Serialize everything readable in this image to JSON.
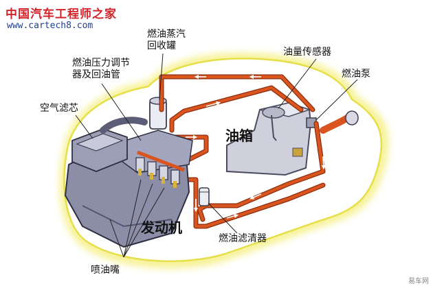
{
  "watermark": {
    "title": "中国汽车工程师之家",
    "url": "www.cartech8.com",
    "corner": "易车网"
  },
  "labels": {
    "vapor_canister": [
      "燃油蒸汽",
      "回收罐"
    ],
    "pressure_regulator": [
      "燃油压力调节",
      "器及回油管"
    ],
    "fuel_level_sensor": "油量传感器",
    "fuel_pump": "燃油泵",
    "air_filter": "空气滤芯",
    "fuel_tank": "油箱",
    "engine": "发动机",
    "fuel_filter": "燃油滤清器",
    "injectors": "喷油嘴"
  },
  "colors": {
    "fuel_line": "#d9541e",
    "fuel_line_dark": "#8a2e0e",
    "car_outline": "#f0ec7a",
    "engine_body": "#8c8ea8",
    "arrow": "#ffffff",
    "label_text": "#111111",
    "watermark_red": "#d2232a",
    "watermark_blue": "#1f3f8f"
  }
}
